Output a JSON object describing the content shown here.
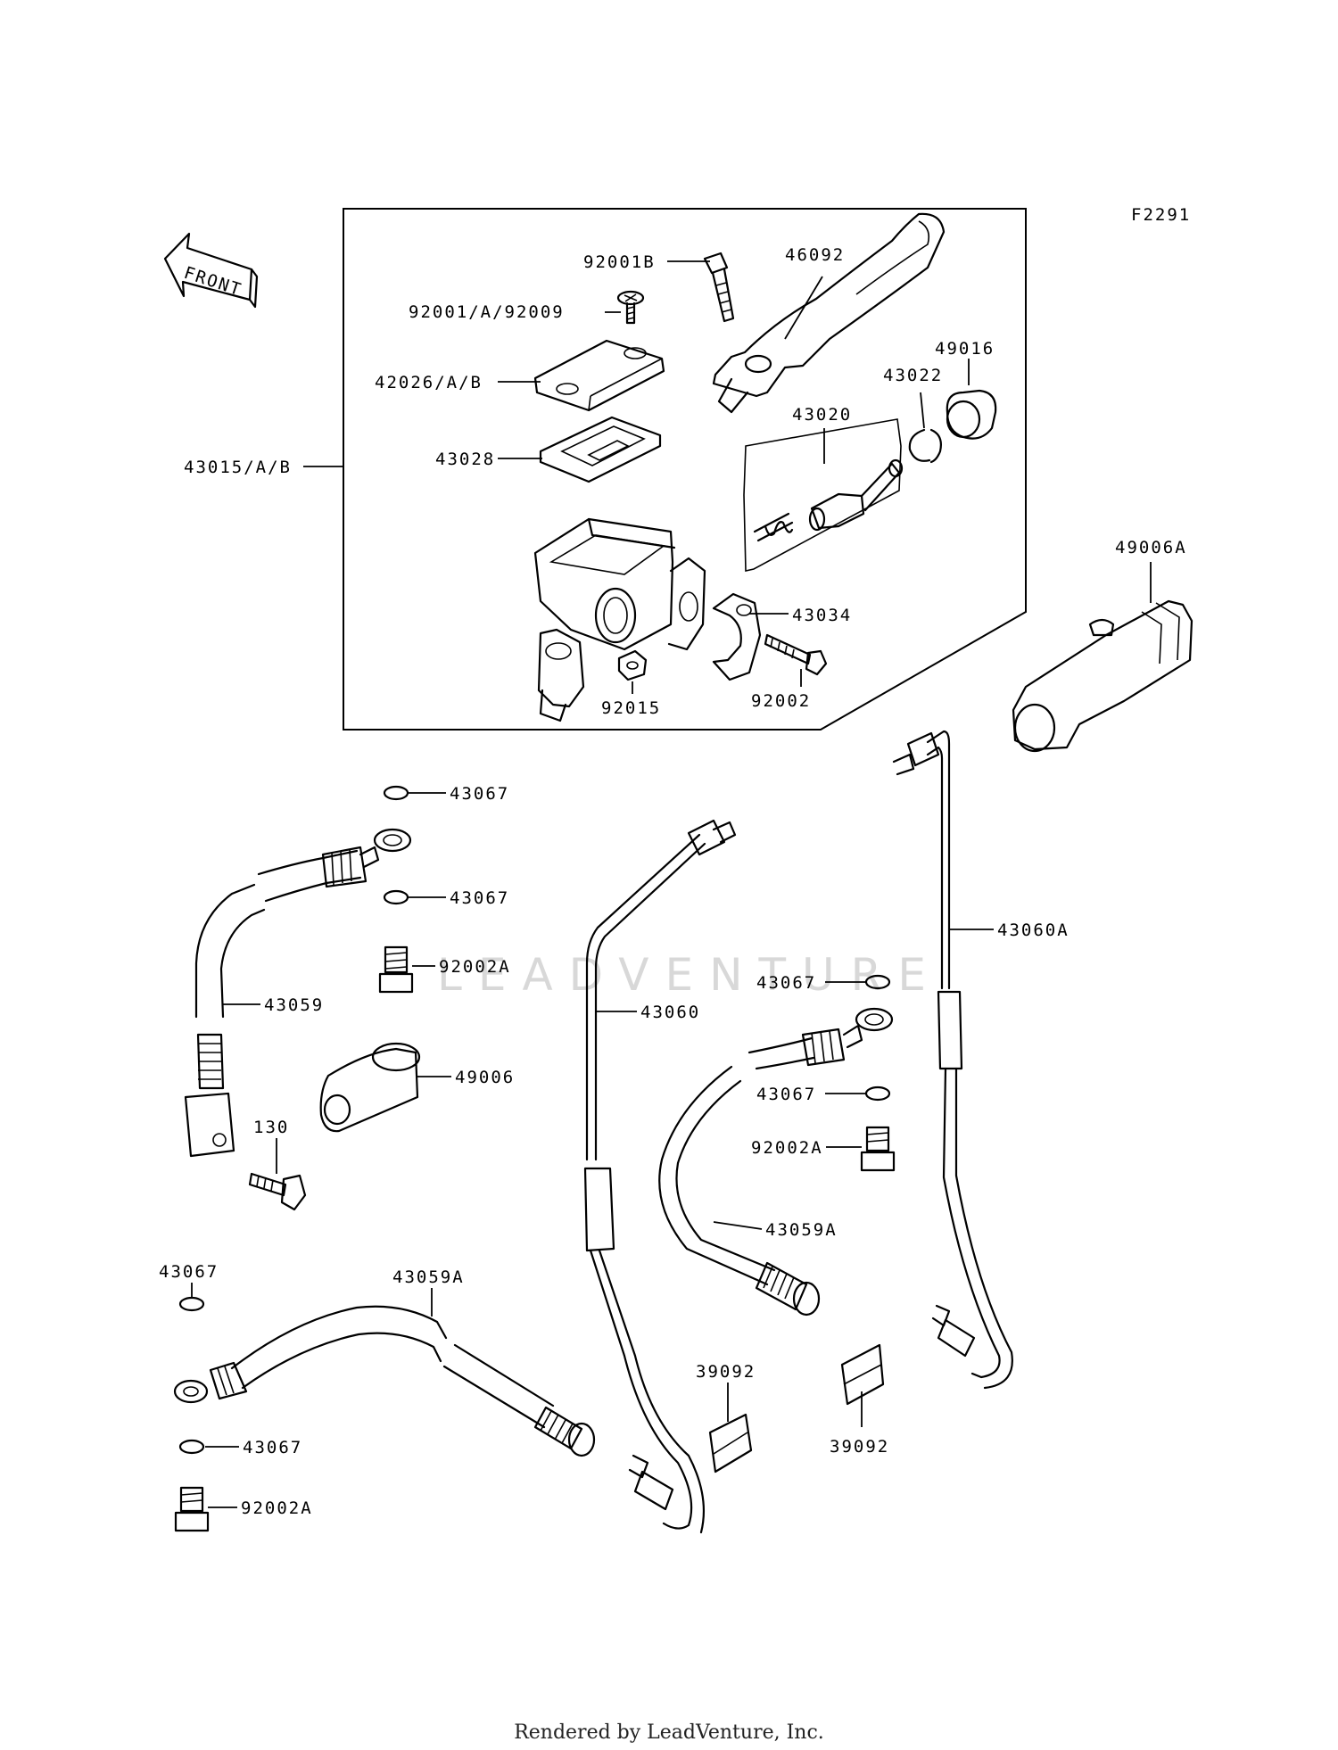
{
  "figure_code": "F2291",
  "front_label": "FRONT",
  "watermark": "LEADVENTURE",
  "footer": "Rendered by LeadVenture, Inc.",
  "labels": {
    "p92001B": "92001B",
    "p46092": "46092",
    "p92001A92009": "92001/A/92009",
    "p49016": "49016",
    "p42026AB": "42026/A/B",
    "p43022": "43022",
    "p43020": "43020",
    "p43028": "43028",
    "p43015AB": "43015/A/B",
    "p49006A": "49006A",
    "p43034": "43034",
    "p92015": "92015",
    "p92002": "92002",
    "p43067_a": "43067",
    "p43067_b": "43067",
    "p92002A_a": "92002A",
    "p43059": "43059",
    "p49006": "49006",
    "p130": "130",
    "p43060": "43060",
    "p43060A": "43060A",
    "p43067_c": "43067",
    "p43067_d": "43067",
    "p92002A_b": "92002A",
    "p43059A_a": "43059A",
    "p43067_e": "43067",
    "p43059A_b": "43059A",
    "p39092_a": "39092",
    "p39092_b": "39092",
    "p43067_f": "43067",
    "p92002A_c": "92002A"
  }
}
